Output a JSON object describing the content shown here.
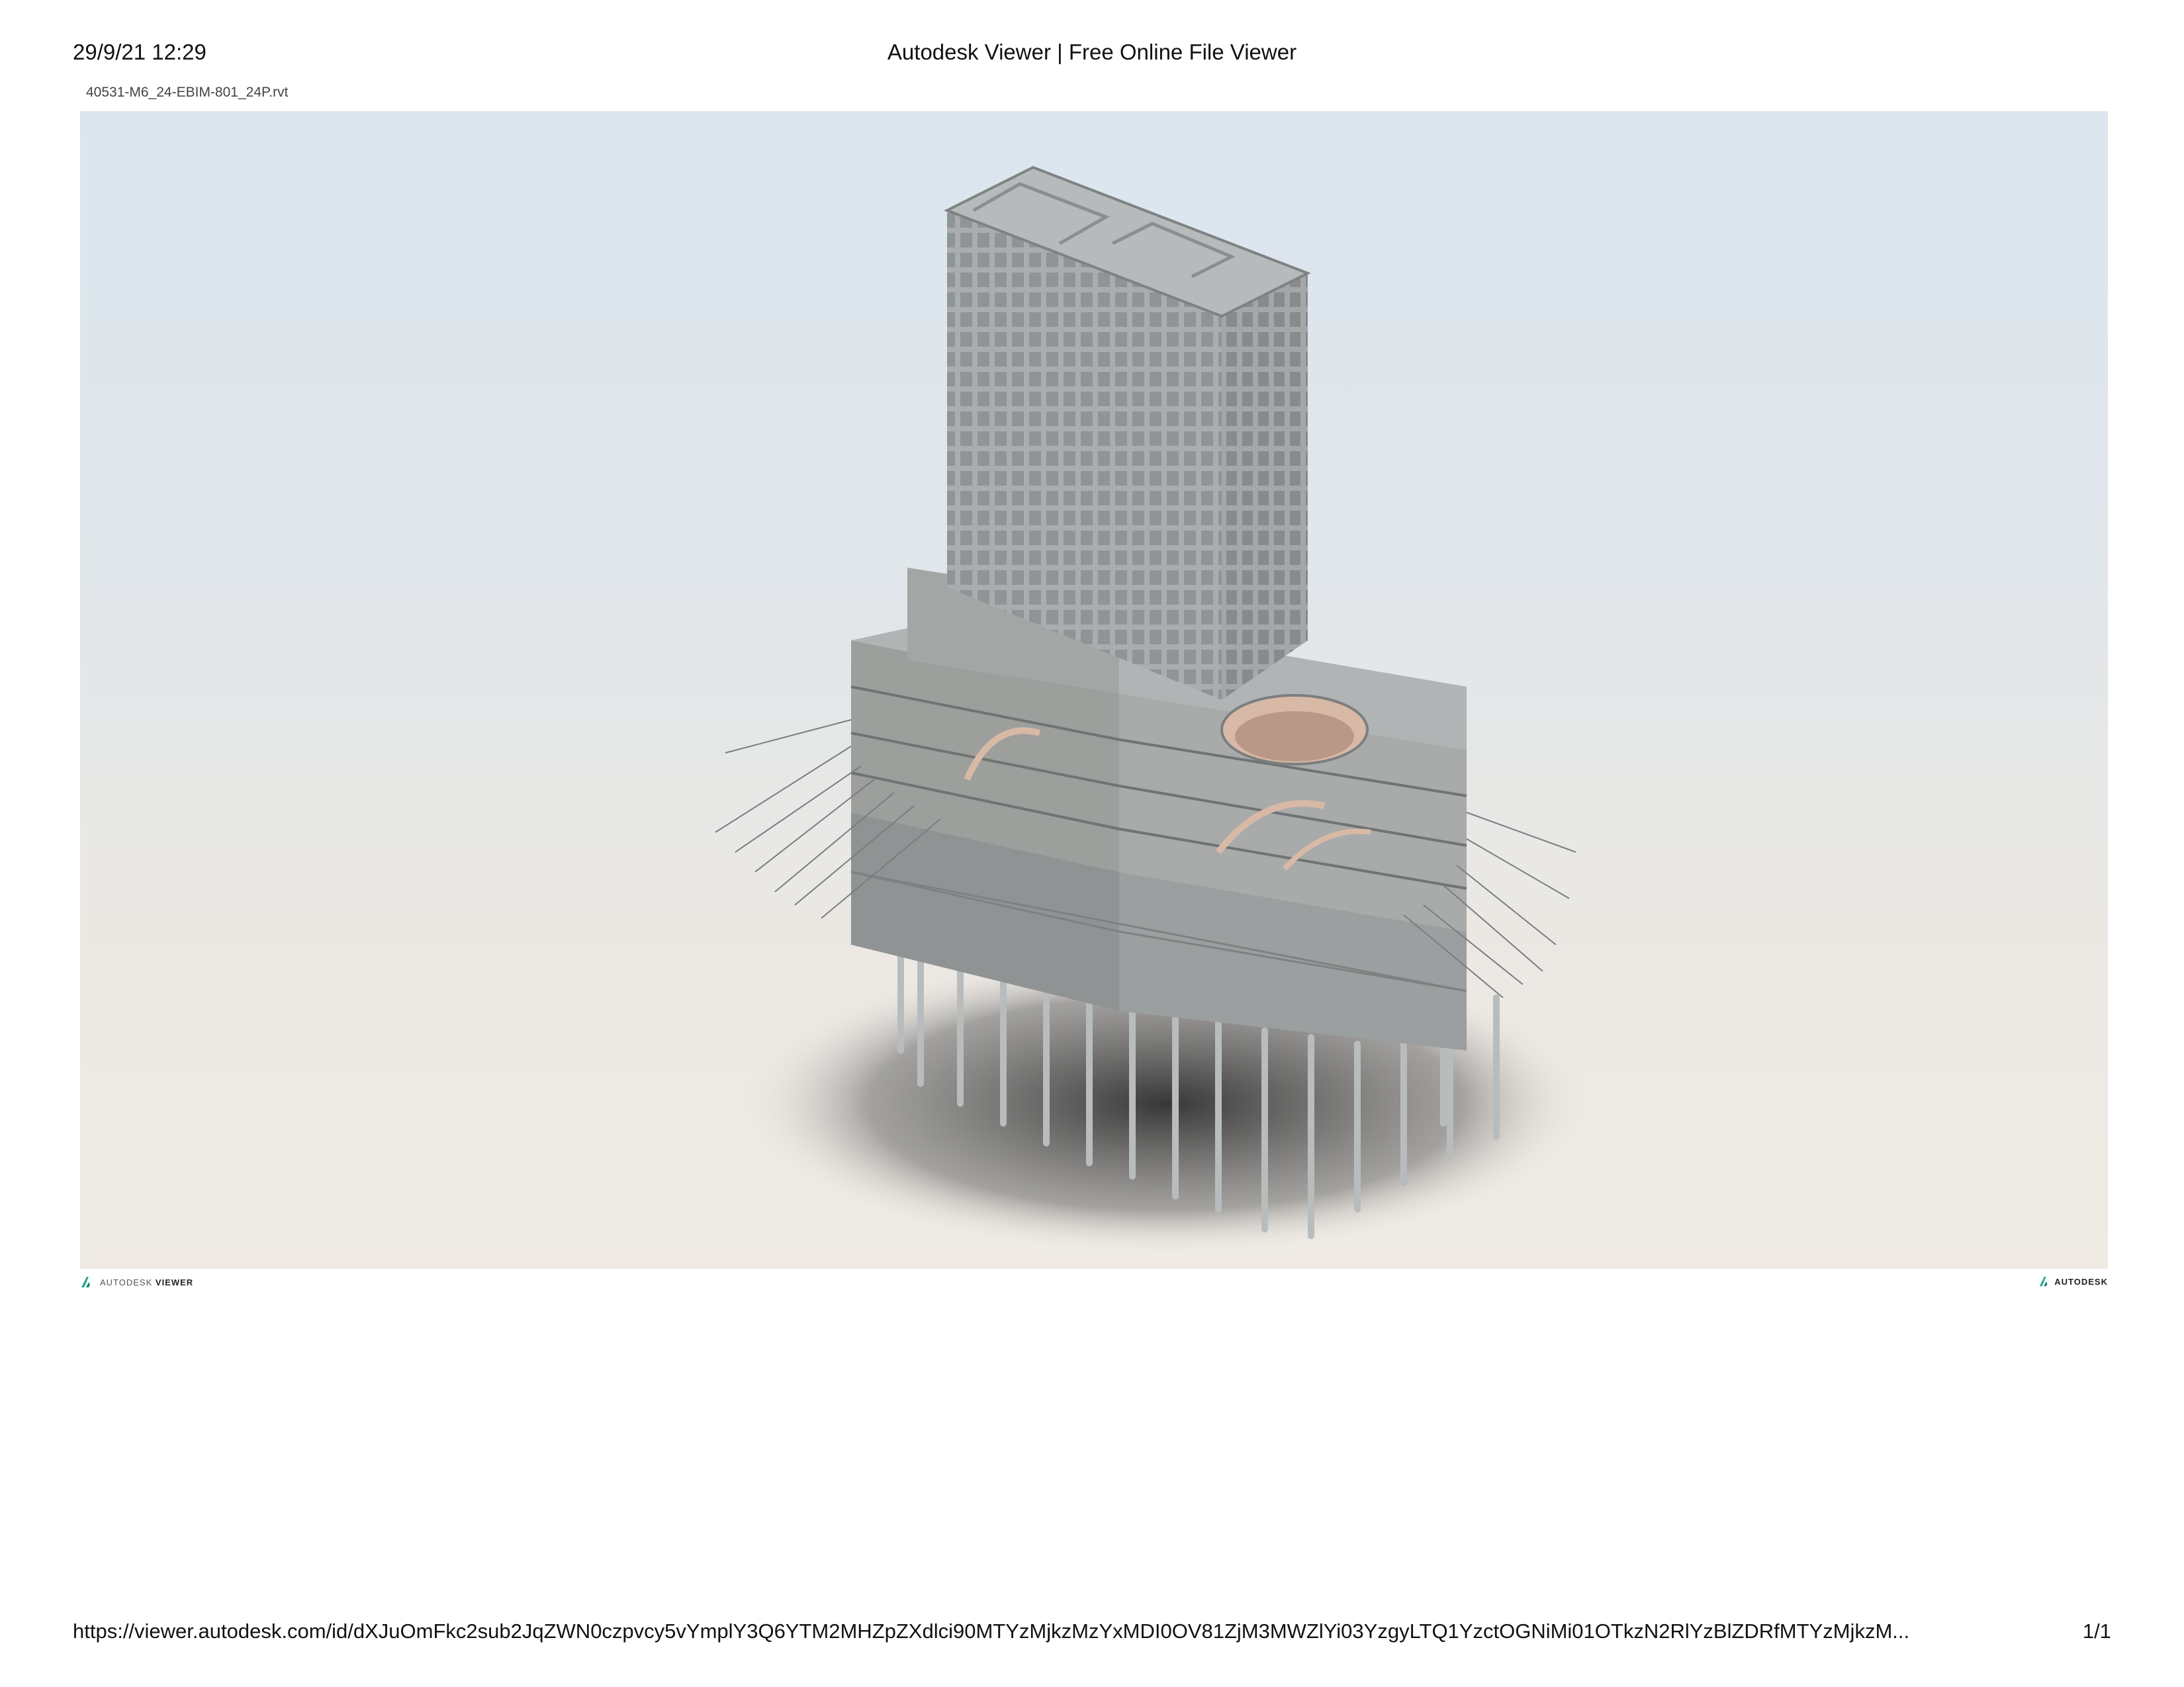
{
  "header": {
    "datetime": "29/9/21 12:29",
    "title": "Autodesk Viewer | Free Online File Viewer"
  },
  "file_name": "40531-M6_24-EBIM-801_24P.rvt",
  "branding": {
    "left_brand": "AUTODESK",
    "left_product": "VIEWER",
    "right_brand": "AUTODESK"
  },
  "footer": {
    "url": "https://viewer.autodesk.com/id/dXJuOmFkc2sub2JqZWN0czpvcy5vYmplY3Q6YTM2MHZpZXdlci90MTYzMjkzMzYxMDI0OV81ZjM3MWZlYi03YzgyLTQ1YzctOGNiMi01OTkzN2RlYzBlZDRfMTYzMjkzM...",
    "page": "1/1"
  },
  "colors": {
    "tower": "#a2a7a9",
    "podium": "#9a9d96",
    "shadow": "#3a3a3a",
    "accent_ramp": "#d8b9a6",
    "brand_teal": "#1fa58d"
  }
}
